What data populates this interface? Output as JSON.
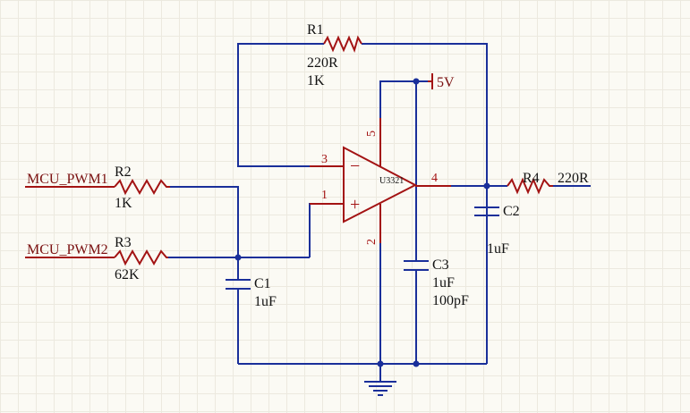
{
  "nets": {
    "pwm1": "MCU_PWM1",
    "pwm2": "MCU_PWM2",
    "vcc": "5V"
  },
  "r1": {
    "ref": "R1",
    "value": "220R",
    "alt": "1K"
  },
  "r2": {
    "ref": "R2",
    "value": "1K"
  },
  "r3": {
    "ref": "R3",
    "value": "62K"
  },
  "r4": {
    "ref": "R4",
    "value": "220R"
  },
  "c1": {
    "ref": "C1",
    "value": "1uF"
  },
  "c2": {
    "ref": "C2",
    "value": "1uF"
  },
  "c3": {
    "ref": "C3",
    "value": "1uF",
    "alt": "100pF"
  },
  "u1": {
    "ref": "U3321",
    "pin_inv": "3",
    "pin_noninv": "1",
    "pin_out": "4",
    "pin_vcc": "5",
    "pin_gnd": "2",
    "sign_minus": "−",
    "sign_plus": "+"
  },
  "colors": {
    "wire": "#1a2f9a",
    "component": "#a31313",
    "background": "#fbfaf4"
  }
}
